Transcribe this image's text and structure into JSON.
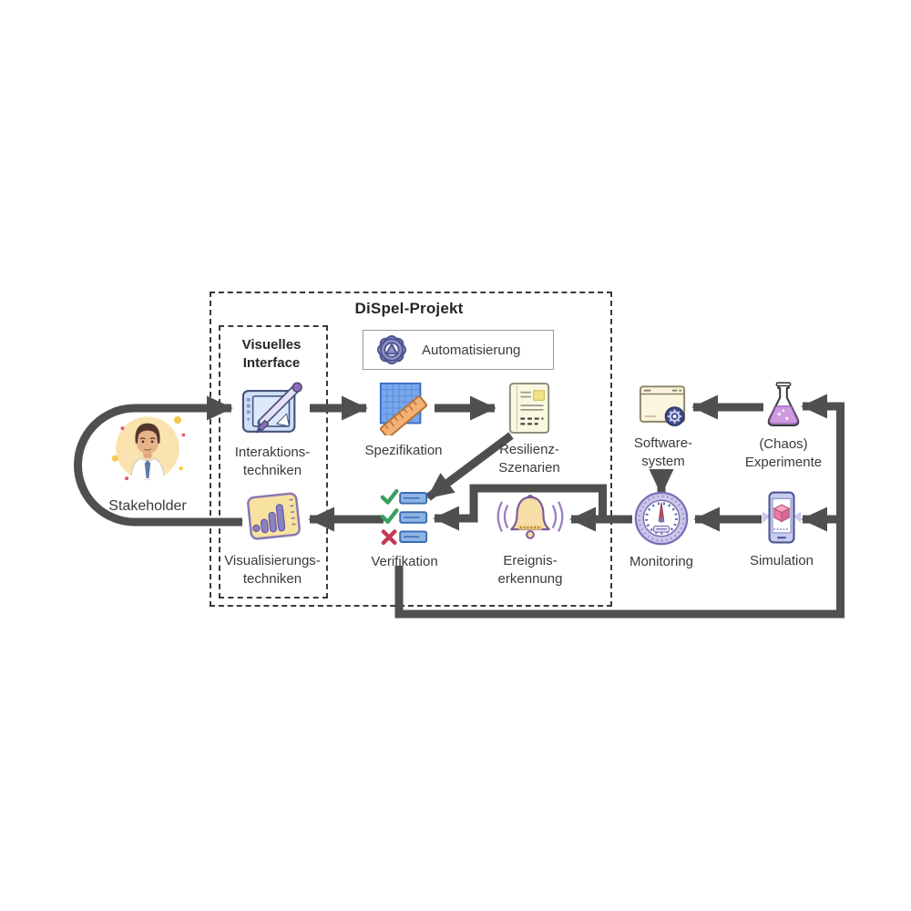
{
  "diagram": {
    "title": "DiSpel-Projekt",
    "inner_box_title": "Visuelles\nInterface",
    "automation": {
      "label": "Automatisierung",
      "icon": "gear-icon"
    }
  },
  "nodes": {
    "stakeholder": {
      "label": "Stakeholder",
      "icon": "person-avatar"
    },
    "interaktionstechniken": {
      "label": "Interaktions-\ntechniken",
      "icon": "graphics-tablet-icon"
    },
    "spezifikation": {
      "label": "Spezifikation",
      "icon": "blueprint-ruler-icon"
    },
    "resilienz_szenarien": {
      "label": "Resilienz-\nSzenarien",
      "icon": "document-icon"
    },
    "verifikation": {
      "label": "Verifikation",
      "icon": "checklist-icon"
    },
    "ereigniserkennung": {
      "label": "Ereignis-\nerkennung",
      "icon": "bell-icon"
    },
    "visualisierungstechniken": {
      "label": "Visualisierungs-\ntechniken",
      "icon": "bar-chart-board-icon"
    },
    "software_system": {
      "label": "Software-\nsystem",
      "icon": "browser-gear-icon"
    },
    "chaos_experimente": {
      "label": "(Chaos)\nExperimente",
      "icon": "flask-icon"
    },
    "monitoring": {
      "label": "Monitoring",
      "icon": "gauge-icon"
    },
    "simulation": {
      "label": "Simulation",
      "icon": "smartphone-cube-icon"
    }
  },
  "colors": {
    "arrow": "#4f4f4f",
    "dash": "#3a3a3a",
    "label": "#3a3a3a",
    "bg": "#ffffff",
    "icon_palette": {
      "yellow": "#f8e2a0",
      "purple": "#8b79b3",
      "blue": "#79a7ec",
      "lavender": "#ccc6ea",
      "green_check": "#3aa05f",
      "red_x": "#c43a55",
      "flask_liquid": "#cf9be0"
    }
  }
}
